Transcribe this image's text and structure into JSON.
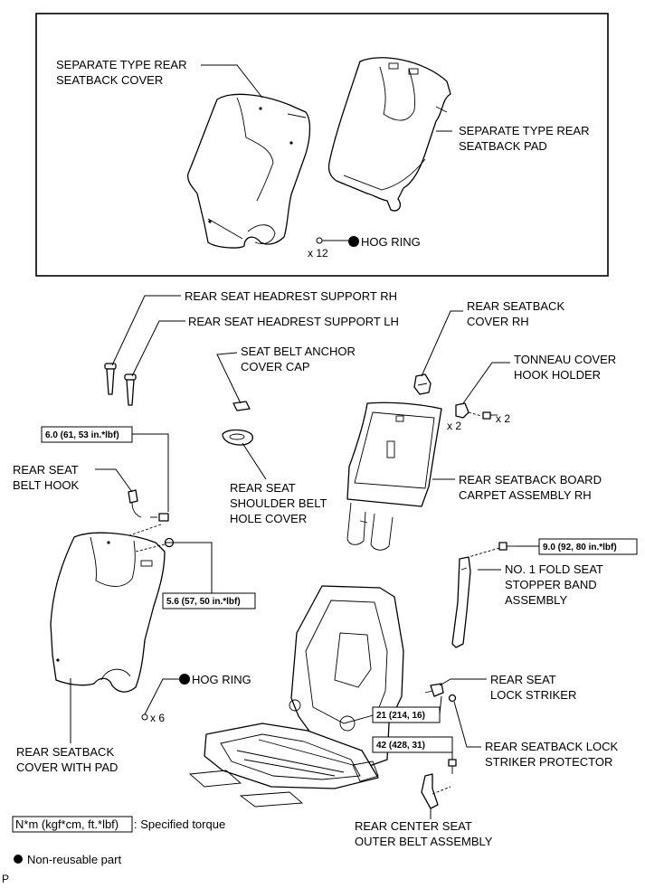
{
  "labels": {
    "seatback_cover": [
      "SEPARATE TYPE REAR",
      "SEATBACK COVER"
    ],
    "seatback_pad": [
      "SEPARATE TYPE REAR",
      "SEATBACK PAD"
    ],
    "hog_ring_top_count": "x 12",
    "hog_ring_top": "HOG RING",
    "headrest_rh": "REAR SEAT HEADREST SUPPORT RH",
    "headrest_lh": "REAR SEAT HEADREST SUPPORT LH",
    "anchor_cover_cap": [
      "SEAT BELT ANCHOR",
      "COVER CAP"
    ],
    "seatback_cover_rh": [
      "REAR SEATBACK",
      "COVER RH"
    ],
    "tonneau_holder": [
      "TONNEAU COVER",
      "HOOK HOLDER"
    ],
    "tonneau_x2_a": "x 2",
    "tonneau_x2_b": "x 2",
    "belt_hook": [
      "REAR SEAT",
      "BELT HOOK"
    ],
    "shoulder_cover": [
      "REAR SEAT",
      "SHOULDER BELT",
      "HOLE COVER"
    ],
    "board_carpet": [
      "REAR SEATBACK BOARD",
      "CARPET ASSEMBLY RH"
    ],
    "stopper_band": [
      "NO. 1 FOLD SEAT",
      "STOPPER BAND",
      "ASSEMBLY"
    ],
    "hog_ring_bottom": "HOG RING",
    "hog_ring_bottom_count": "x 6",
    "cover_with_pad": [
      "REAR SEATBACK",
      "COVER WITH PAD"
    ],
    "lock_striker": [
      "REAR SEAT",
      "LOCK STRIKER"
    ],
    "striker_protector": [
      "REAR SEATBACK LOCK",
      "STRIKER PROTECTOR"
    ],
    "outer_belt": [
      "REAR CENTER SEAT",
      "OUTER BELT ASSEMBLY"
    ]
  },
  "torques": {
    "belt_hook_bolt": "6.0 (61, 53 in.*lbf)",
    "cover_nut": "5.6 (57, 50 in.*lbf)",
    "stopper_bolt": "9.0 (92, 80 in.*lbf)",
    "striker_bolt": "21 (214, 16)",
    "belt_bolt": "42 (428, 31)"
  },
  "legend": {
    "torque_unit": "N*m (kgf*cm, ft.*lbf)",
    "torque_text": ": Specified torque",
    "non_reusable": "Non-reusable part"
  },
  "corner_mark": "P"
}
